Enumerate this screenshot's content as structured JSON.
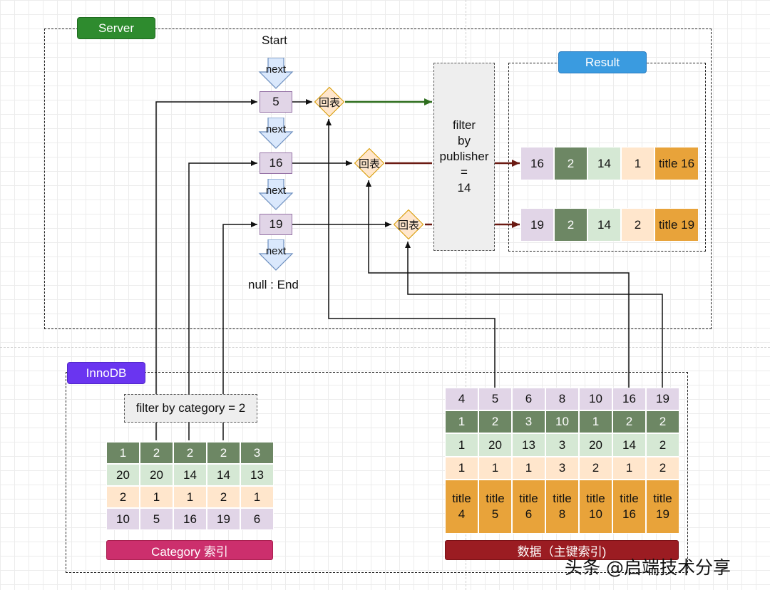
{
  "server_label": "Server",
  "result_label": "Result",
  "innodb_label": "InnoDB",
  "start_label": "Start",
  "end_label": "null : End",
  "next_label": "next",
  "lookup_label": "回表",
  "server_nodes": [
    "5",
    "16",
    "19"
  ],
  "filter_publisher": [
    "filter",
    "by",
    "publisher",
    "=",
    "14"
  ],
  "filter_category": "filter by category = 2",
  "result_rows": [
    [
      "16",
      "2",
      "14",
      "1",
      "title 16"
    ],
    [
      "19",
      "2",
      "14",
      "2",
      "title 19"
    ]
  ],
  "category_index": {
    "rows": [
      [
        "1",
        "2",
        "2",
        "2",
        "3"
      ],
      [
        "20",
        "20",
        "14",
        "14",
        "13"
      ],
      [
        "2",
        "1",
        "1",
        "2",
        "1"
      ],
      [
        "10",
        "5",
        "16",
        "19",
        "6"
      ]
    ],
    "caption": "Category 索引"
  },
  "primary_index": {
    "rows": [
      [
        "4",
        "5",
        "6",
        "8",
        "10",
        "16",
        "19"
      ],
      [
        "1",
        "2",
        "3",
        "10",
        "1",
        "2",
        "2"
      ],
      [
        "1",
        "20",
        "13",
        "3",
        "20",
        "14",
        "2"
      ],
      [
        "1",
        "1",
        "1",
        "3",
        "2",
        "1",
        "2"
      ],
      [
        "title\n4",
        "title\n5",
        "title\n6",
        "title\n8",
        "title\n10",
        "title\n16",
        "title\n19"
      ]
    ],
    "caption": "数据（主键索引)"
  },
  "watermark": "头条 @启端技术分享",
  "colors": {
    "server": "#2e8b2e",
    "result": "#3a9be0",
    "innodb": "#6a35f0",
    "category_caption": "#cc2f6d",
    "primary_caption": "#9b1c22",
    "row_green_dark": "#6d8764",
    "row_green_light": "#d5e8d4",
    "row_orange_light": "#ffe6cc",
    "row_purple": "#e1d5e7",
    "row_orange": "#e8a33a"
  }
}
